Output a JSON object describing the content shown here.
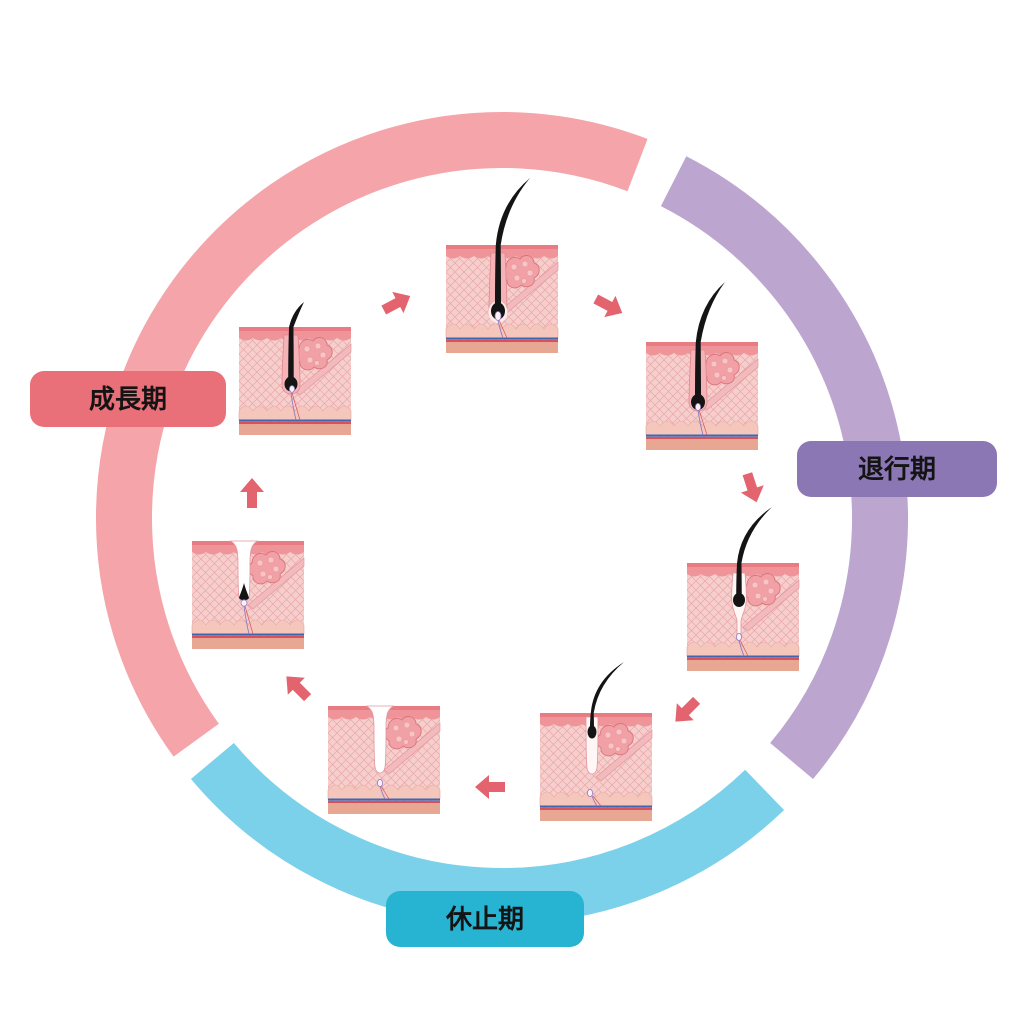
{
  "phases": [
    {
      "label": "成長期",
      "arc_color": "#f5a4aa",
      "label_color": "#e96f78"
    },
    {
      "label": "退行期",
      "arc_color": "#bca6cf",
      "label_color": "#8c77b5"
    },
    {
      "label": "休止期",
      "arc_color": "#7bd0ea",
      "label_color": "#27b4d3"
    }
  ],
  "colors": {
    "background": "#ffffff",
    "arrow": "#e3646e",
    "hair": "#141414",
    "label_text": "#141414"
  },
  "icons": {
    "arrow": "arrow-icon",
    "stage": "hair-follicle-icon"
  }
}
